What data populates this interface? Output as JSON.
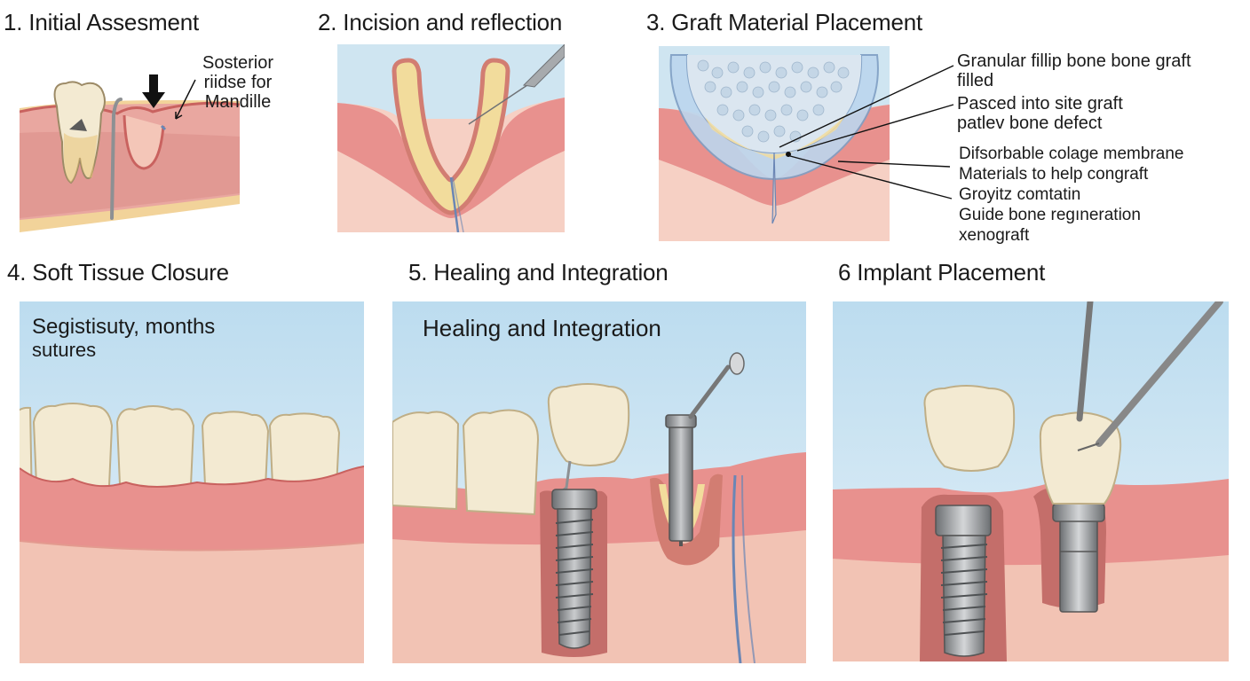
{
  "colors": {
    "sky": "#cfe5f1",
    "gum": "#e58f8c",
    "gum_edge": "#c9625f",
    "bone": "#f7d9cd",
    "graft": "#f2dc9c",
    "tooth": "#f3ead2",
    "metal": "#8d9093",
    "membrane": "#bcd6ee"
  },
  "steps": [
    {
      "title": "1. Initial Assesment",
      "notes": [
        "Sosterior",
        "riidse for",
        "Mandille"
      ]
    },
    {
      "title": "2. Incision and reflection"
    },
    {
      "title": "3. Graft Material Placement",
      "notes": [
        "Granular fillip bone bone graft",
        "filled",
        "Pasced into site graft",
        "patlev bone defect",
        "Difsorbable colage membrane",
        "Materials to help congraft",
        "Groyitz comtatin",
        "Guide bone regıneration",
        "xenograft"
      ]
    },
    {
      "title": "4. Soft Tissue Closure",
      "notes": [
        "Segistisuty, months",
        "sutures"
      ]
    },
    {
      "title": "5. Healing and Integration",
      "notes": [
        "Healing and Integration"
      ]
    },
    {
      "title": "6 Implant Placement"
    }
  ]
}
